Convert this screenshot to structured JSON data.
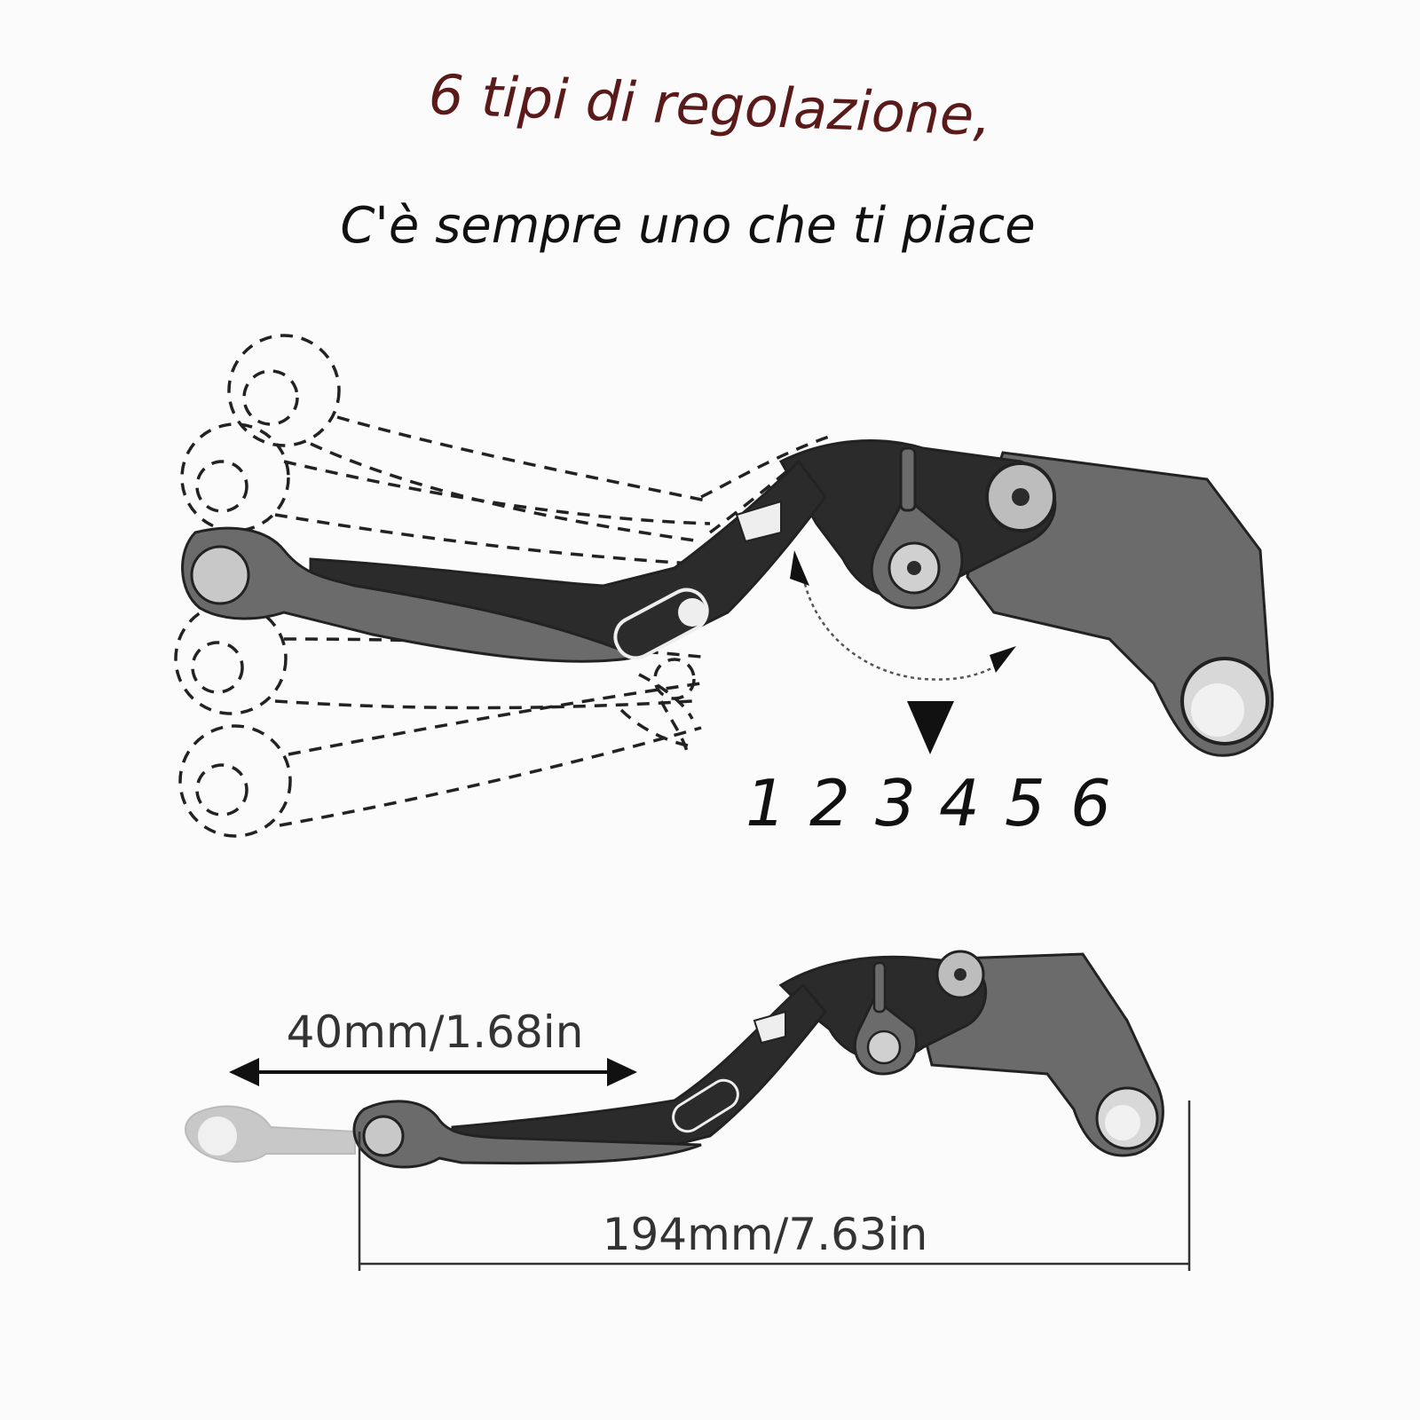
{
  "heading": {
    "title": "6 tipi di regolazione,",
    "subtitle": "C'è sempre uno che ti piace"
  },
  "positions": [
    "1",
    "2",
    "3",
    "4",
    "5",
    "6"
  ],
  "dimensions": {
    "fold_length": "40mm/1.68in",
    "total_length": "194mm/7.63in"
  },
  "colors": {
    "title": "#5a1a1a",
    "subtitle": "#111111",
    "lever_dark": "#2b2b2b",
    "lever_mid": "#6b6b6b",
    "lever_light": "#bdbdbd",
    "outline": "#222222"
  },
  "icons": {
    "top_lever": "adjustable-brake-lever-icon",
    "bottom_lever": "folding-brake-lever-icon"
  }
}
